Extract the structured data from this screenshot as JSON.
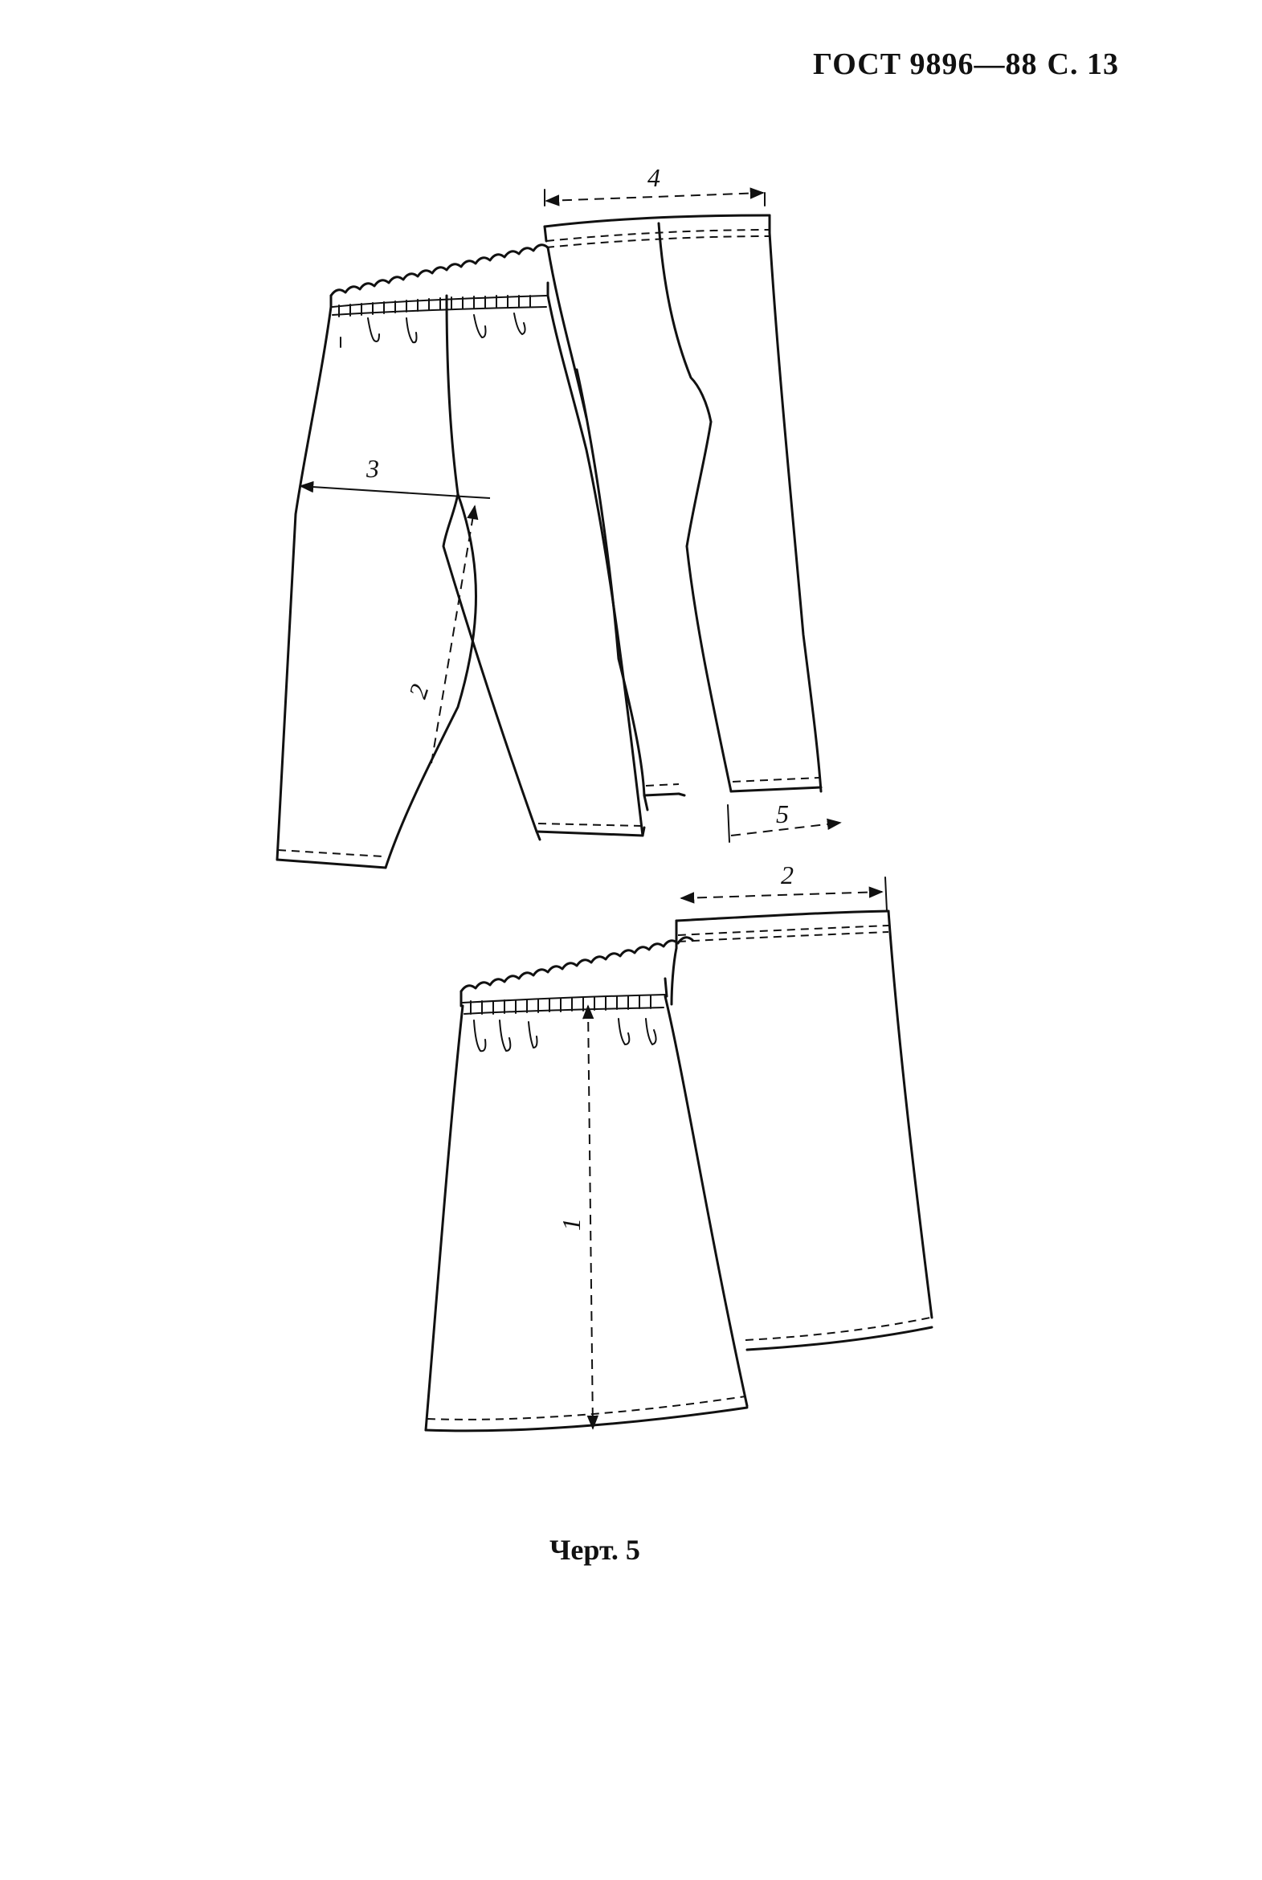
{
  "header": {
    "standard": "ГОСТ 9896—88",
    "page": "С. 13"
  },
  "figure": {
    "caption": "Черт. 5",
    "dimension_labels": {
      "trousers_front_width": "3",
      "trousers_inseam": "2",
      "trousers_back_waist": "4",
      "trousers_back_hem": "5",
      "skirt_length": "1",
      "skirt_back_waist": "2"
    }
  }
}
